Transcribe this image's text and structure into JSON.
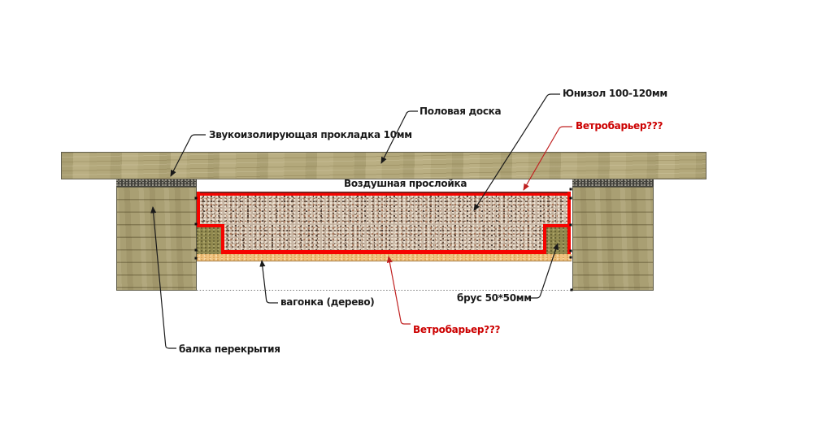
{
  "diagram": {
    "type": "construction-section-floor",
    "labels": {
      "floor_board": "Половая доска",
      "sound_pad": "Звукоизолирующая прокладка 10мм",
      "unizol": "Юнизол 100-120мм",
      "wind_barrier_top": "Ветробарьер???",
      "air_gap": "Воздушная прослойка",
      "paneling": "вагонка (дерево)",
      "floor_beam": "балка перекрытия",
      "timber": "брус 50*50мм",
      "wind_barrier_bottom": "Ветробарьер???"
    },
    "colors": {
      "background": "#ffffff",
      "label_text": "#1a1a1a",
      "wind_barrier_label": "#cc0000",
      "wind_barrier_line": "#f60400",
      "wind_barrier_line_dark": "#7a2420",
      "floor_board_wood": "#b3a87b",
      "beam_wood": "#a99f73",
      "sound_pad_fill": "#43423c",
      "insulation_fill": "#c6b5a3",
      "timber_fill": "#91894f",
      "paneling_fill": "#f0c37f"
    }
  }
}
